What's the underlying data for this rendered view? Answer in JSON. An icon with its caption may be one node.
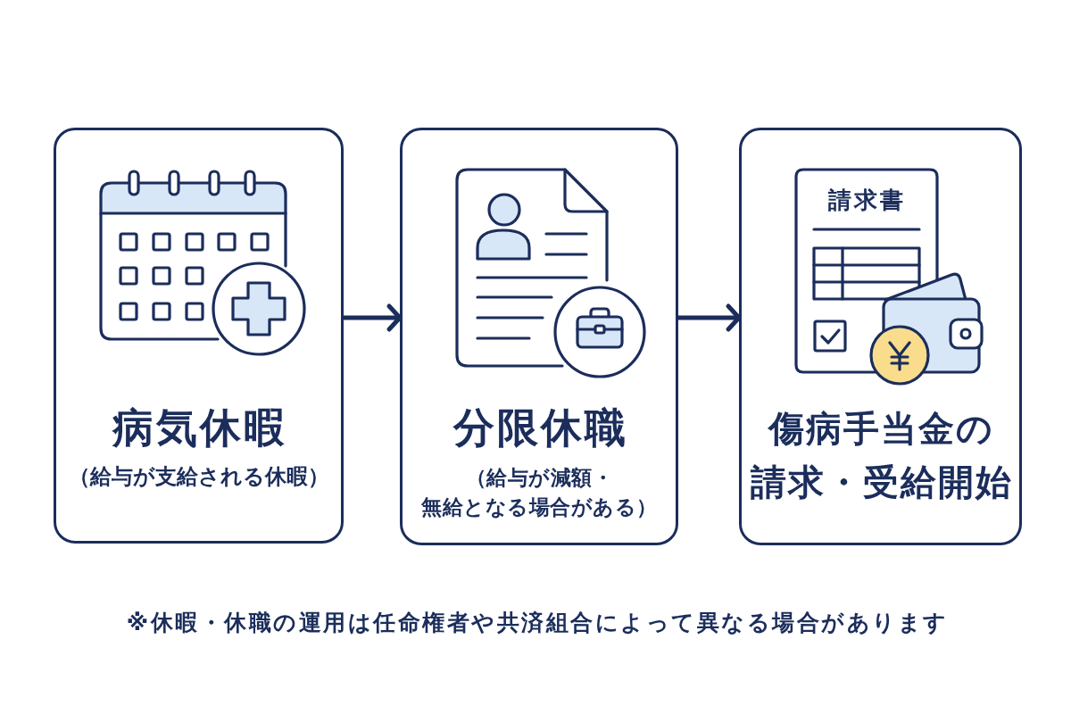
{
  "diagram": {
    "nodes": [
      {
        "text": [
          "病気休暇",
          "（給与が支給される休暇）"
        ]
      },
      {
        "text": [
          "分限休職",
          "（給与が減額・無給となる場合がある）"
        ]
      },
      {
        "text": [
          "傷病手当金の請求・受給開始"
        ]
      }
    ],
    "edges": [
      {
        "from": 0,
        "to": 1,
        "arrow": "to"
      },
      {
        "from": 1,
        "to": 2,
        "arrow": "to"
      }
    ],
    "labels": [
      "請求書",
      "※休暇・休職の運用は任命権者や共済組合によって異なる場合があります"
    ]
  }
}
